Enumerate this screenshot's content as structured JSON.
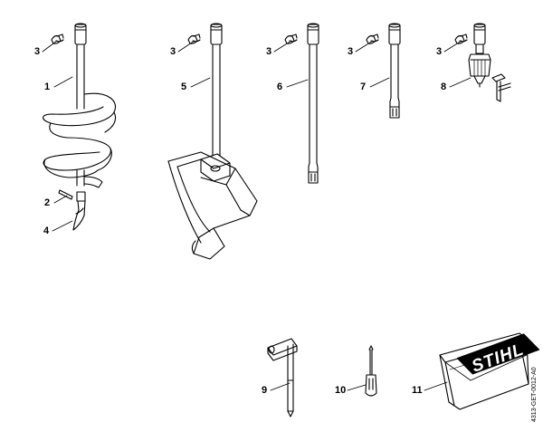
{
  "callouts": {
    "c1": "1",
    "c2": "2",
    "c3a": "3",
    "c3b": "3",
    "c3c": "3",
    "c3d": "3",
    "c3e": "3",
    "c4": "4",
    "c5": "5",
    "c6": "6",
    "c7": "7",
    "c8": "8",
    "c9": "9",
    "c10": "10",
    "c11": "11"
  },
  "pouch_logo": "STIHL",
  "document_number": "4313-GET-0012-A0"
}
